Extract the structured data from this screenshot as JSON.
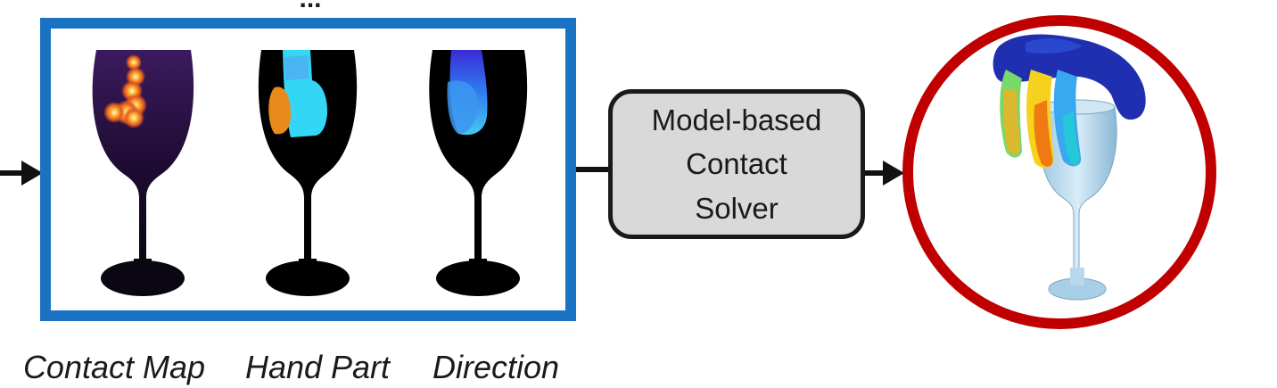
{
  "top_ellipsis": "...",
  "representation_panel": {
    "items": [
      {
        "id": "contact-map",
        "label": "Contact Map"
      },
      {
        "id": "hand-part",
        "label": "Hand Part"
      },
      {
        "id": "direction",
        "label": "Direction"
      }
    ],
    "border_color": "#1a73c2"
  },
  "solver": {
    "lines": [
      "Model-based",
      "Contact",
      "Solver"
    ],
    "fill_color": "#d9d9d9"
  },
  "result": {
    "ring_color": "#c00000"
  }
}
